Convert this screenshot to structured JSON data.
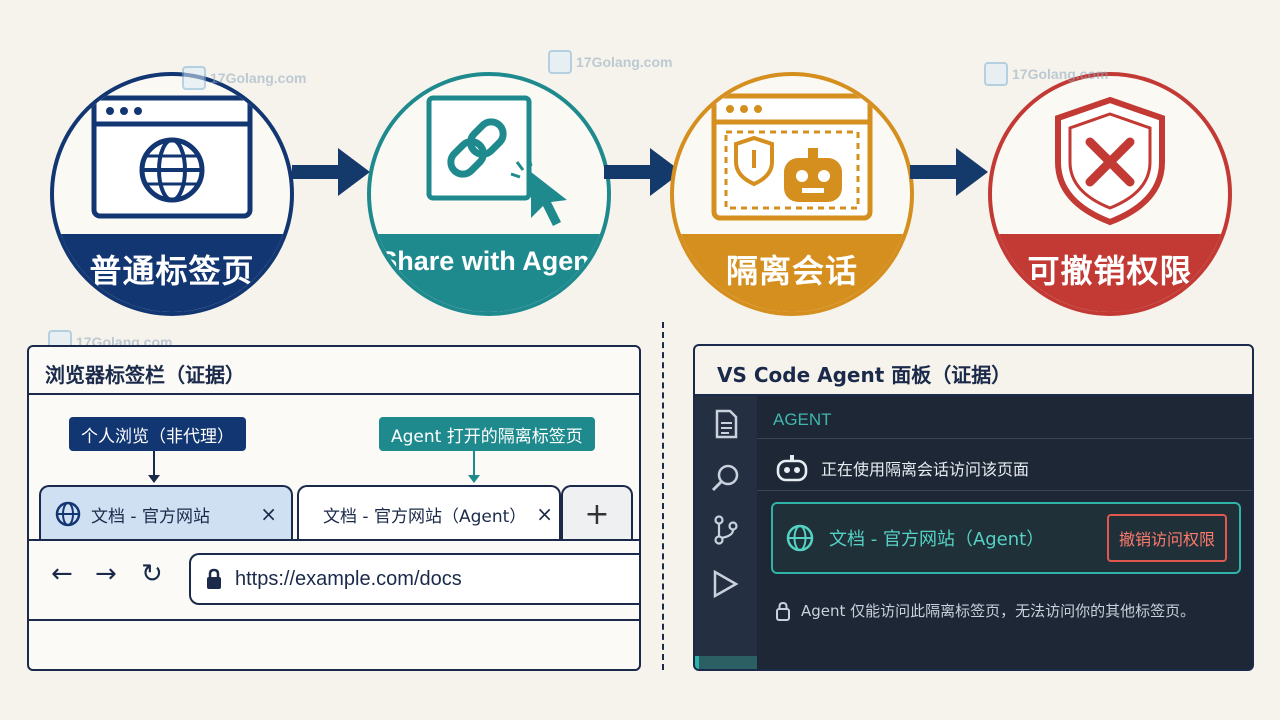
{
  "flow": {
    "steps": [
      {
        "label": "普通标签页",
        "color": "#123672",
        "icon": "browser-globe-icon"
      },
      {
        "label": "Share with Agent",
        "color": "#1f8a8e",
        "icon": "share-link-cursor-icon"
      },
      {
        "label": "隔离会话",
        "color": "#d58f1e",
        "icon": "sandbox-robot-icon"
      },
      {
        "label": "可撤销权限",
        "color": "#c33a35",
        "icon": "shield-x-icon"
      }
    ],
    "arrow_color": "#143a6b"
  },
  "watermark": {
    "text": "17Golang.com"
  },
  "browser_panel": {
    "title": "浏览器标签栏（证据）",
    "callout_personal": "个人浏览（非代理）",
    "callout_agent": "Agent 打开的隔离标签页",
    "tab_personal": {
      "label": "文档 - 官方网站",
      "close": "×"
    },
    "tab_agent": {
      "label": "文档 - 官方网站（Agent）",
      "close": "×"
    },
    "new_tab": "+",
    "nav": {
      "back": "←",
      "forward": "→",
      "reload": "↻"
    },
    "url": "https://example.com/docs"
  },
  "vscode_panel": {
    "title": "VS Code Agent 面板（证据）",
    "section": "AGENT",
    "status": "正在使用隔离会话访问该页面",
    "session_label": "文档 - 官方网站（Agent）",
    "revoke_button": "撤销访问权限",
    "note": "Agent 仅能访问此隔离标签页，无法访问你的其他标签页。",
    "accent": "#2fb3a6",
    "danger": "#e0574e"
  }
}
